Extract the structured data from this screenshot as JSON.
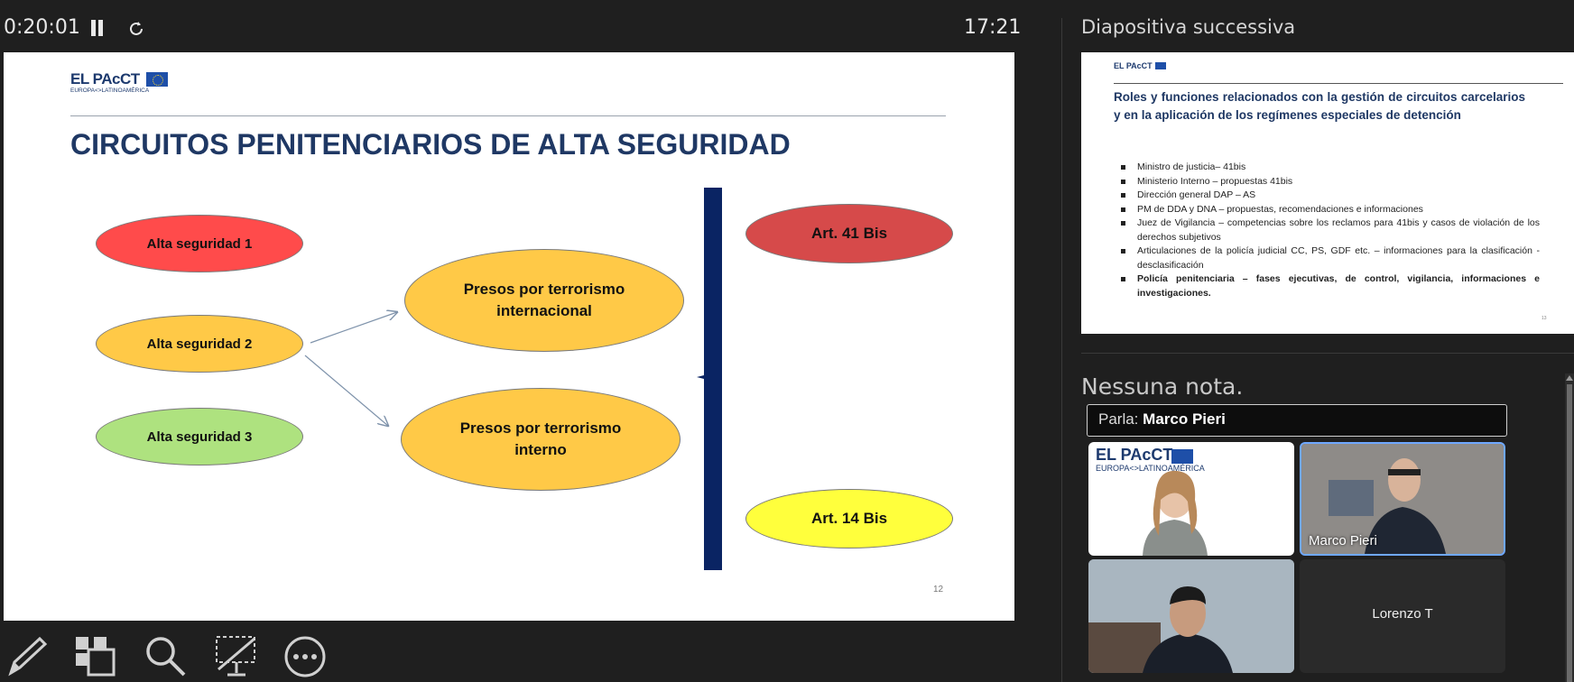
{
  "top_bar": {
    "elapsed": "0:20:01",
    "clock": "17:21"
  },
  "current_slide": {
    "logo": "EL PAcCT",
    "logo_sub": "EUROPA<>LATINOAMÉRICA",
    "title": "CIRCUITOS PENITENCIARIOS DE ALTA SEGURIDAD",
    "levels": [
      "Alta seguridad 1",
      "Alta seguridad 2",
      "Alta seguridad 3"
    ],
    "groups": [
      "Presos por terrorismo internacional",
      "Presos por terrorismo interno"
    ],
    "articles": [
      "Art. 41 Bis",
      "Art. 14 Bis"
    ],
    "slide_number": "12",
    "colors": {
      "as1": "#ff4b4b",
      "as2": "#ffc947",
      "as3": "#aee27f",
      "art41": "#d64a4a",
      "art14": "#ffff3c",
      "title": "#1f3864"
    }
  },
  "toolbar": {
    "icons": [
      "pen-icon",
      "slides-grid-icon",
      "zoom-icon",
      "black-screen-icon",
      "more-options-icon"
    ]
  },
  "next_slide": {
    "label": "Diapositiva successiva",
    "logo": "EL PAcCT",
    "title": "Roles y funciones relacionados con la gestión de circuitos carcelarios y en la aplicación de los regímenes especiales de detención",
    "items": [
      "Ministro de justicia– 41bis",
      "Ministerio Interno – propuestas 41bis",
      "Dirección general DAP – AS",
      "PM de DDA y DNA – propuestas, recomendaciones e informaciones",
      "Juez de Vigilancia  – competencias sobre los reclamos para 41bis y casos de violación de los derechos subjetivos",
      "Articulaciones de la policía judicial CC, PS, GDF etc. – informaciones  para la clasificación - desclasificación",
      "Policía penitenciaria – fases ejecutivas, de control, vigilancia, informaciones e investigaciones."
    ],
    "page_num": "13"
  },
  "notes": {
    "text": "Nessuna nota."
  },
  "meeting": {
    "speaking_label": "Parla:",
    "speaking_name": "Marco Pieri",
    "participants": [
      {
        "name": ""
      },
      {
        "name": "Marco Pieri"
      },
      {
        "name": ""
      },
      {
        "name": "Lorenzo T"
      }
    ],
    "shared_logo": "EL PAcCT",
    "shared_logo_sub": "EUROPA<>LATINOAMÉRICA"
  }
}
